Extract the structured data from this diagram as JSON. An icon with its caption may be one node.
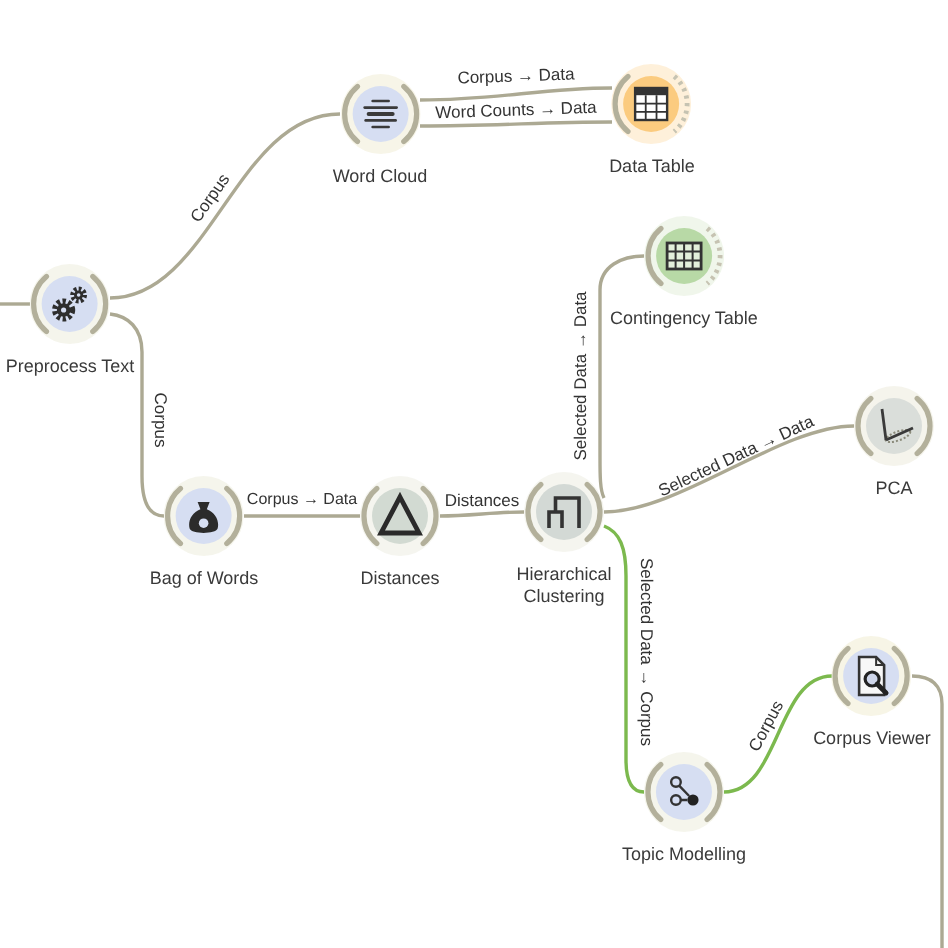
{
  "diagram": {
    "nodes": [
      {
        "text": [
          "Preprocess Text"
        ]
      },
      {
        "text": [
          "Word Cloud"
        ]
      },
      {
        "text": [
          "Data Table"
        ]
      },
      {
        "text": [
          "Contingency Table"
        ]
      },
      {
        "text": [
          "Bag of Words"
        ]
      },
      {
        "text": [
          "Distances"
        ]
      },
      {
        "text": [
          "Hierarchical Clustering"
        ]
      },
      {
        "text": [
          "PCA"
        ]
      },
      {
        "text": [
          "Topic Modelling"
        ]
      },
      {
        "text": [
          "Corpus Viewer"
        ]
      }
    ],
    "edges": [
      {
        "from": null,
        "to": 0,
        "arrow": "none"
      },
      {
        "from": 0,
        "to": 1,
        "arrow": "none",
        "label": "Corpus"
      },
      {
        "from": 0,
        "to": 4,
        "arrow": "none",
        "label": "Corpus"
      },
      {
        "from": 1,
        "to": 2,
        "arrow": "none",
        "label": "Corpus → Data"
      },
      {
        "from": 1,
        "to": 2,
        "arrow": "none",
        "label": "Word Counts → Data"
      },
      {
        "from": 4,
        "to": 5,
        "arrow": "none",
        "label": "Corpus → Data"
      },
      {
        "from": 5,
        "to": 6,
        "arrow": "none",
        "label": "Distances"
      },
      {
        "from": 6,
        "to": 3,
        "arrow": "none",
        "label": "Selected Data → Data"
      },
      {
        "from": 6,
        "to": 7,
        "arrow": "none",
        "label": "Selected Data → Data"
      },
      {
        "from": 6,
        "to": 8,
        "arrow": "none",
        "label": "Selected Data → Corpus",
        "color": "#7cb94e"
      },
      {
        "from": 8,
        "to": 9,
        "arrow": "none",
        "label": "Corpus",
        "color": "#7cb94e"
      },
      {
        "from": 9,
        "to": null,
        "arrow": "none"
      }
    ]
  }
}
